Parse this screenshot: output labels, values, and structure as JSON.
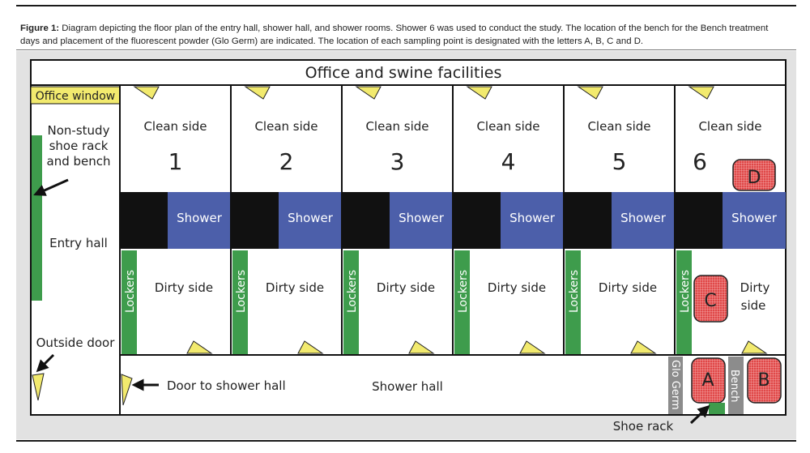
{
  "caption": {
    "label": "Figure 1:",
    "text": "Diagram depicting the floor plan of the entry hall, shower hall, and shower rooms. Shower 6 was used to conduct the study. The location of the bench for the Bench treatment days and placement of the fluorescent powder (Glo Germ) are indicated. The location of each sampling point is designated with the letters A, B, C and D."
  },
  "diagram": {
    "header": "Office and swine facilities",
    "office_window": "Office window",
    "non_study": [
      "Non-study",
      "shoe rack",
      "and bench"
    ],
    "entry_hall": "Entry hall",
    "outside_door": "Outside door",
    "door_to_shower_hall": "Door to shower hall",
    "shower_hall": "Shower hall",
    "shoe_rack": "Shoe rack",
    "glo_germ": "Glo Germ",
    "bench": "Bench",
    "rooms": [
      {
        "number": "1",
        "clean": "Clean side",
        "shower": "Shower",
        "dirty": "Dirty side",
        "lockers": "Lockers"
      },
      {
        "number": "2",
        "clean": "Clean side",
        "shower": "Shower",
        "dirty": "Dirty side",
        "lockers": "Lockers"
      },
      {
        "number": "3",
        "clean": "Clean side",
        "shower": "Shower",
        "dirty": "Dirty side",
        "lockers": "Lockers"
      },
      {
        "number": "4",
        "clean": "Clean side",
        "shower": "Shower",
        "dirty": "Dirty side",
        "lockers": "Lockers"
      },
      {
        "number": "5",
        "clean": "Clean side",
        "shower": "Shower",
        "dirty": "Dirty side",
        "lockers": "Lockers"
      },
      {
        "number": "6",
        "clean": "Clean side",
        "shower": "Shower",
        "dirty": "Dirty side",
        "lockers": "Lockers"
      }
    ],
    "room6_dirty": [
      "Dirty",
      "side"
    ],
    "sampling_points": {
      "A": "A",
      "B": "B",
      "C": "C",
      "D": "D"
    },
    "colors": {
      "green": "#3e9c4c",
      "shower_blue": "#4c5faa",
      "black": "#111111",
      "door_yellow": "#f2ea6e",
      "sample_red": "#e04848",
      "bench_gray": "#8c8c8c"
    }
  }
}
